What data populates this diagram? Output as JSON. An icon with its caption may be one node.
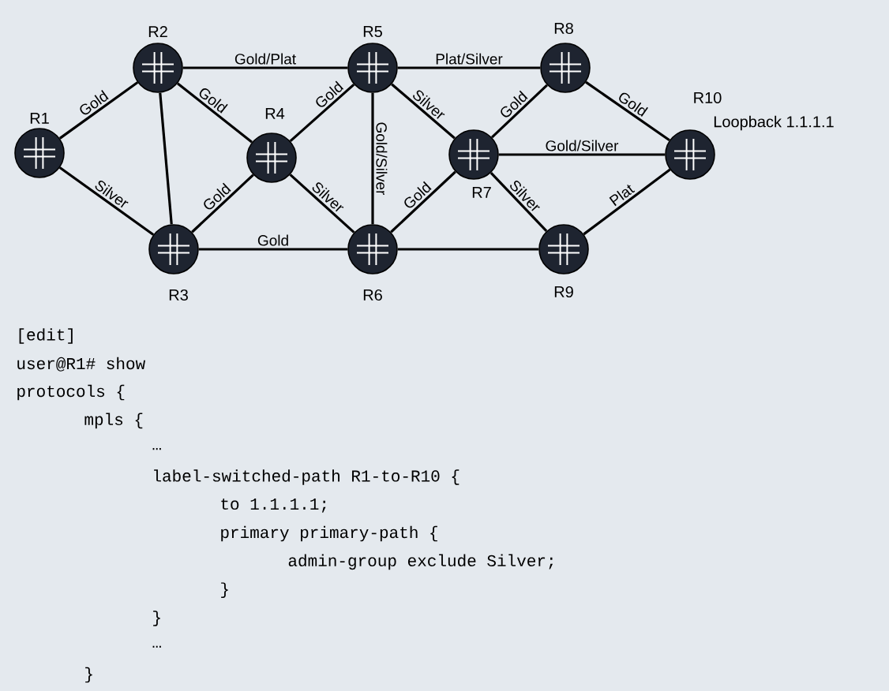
{
  "diagram": {
    "nodes": [
      {
        "text": [
          "R1"
        ]
      },
      {
        "text": [
          "R2"
        ]
      },
      {
        "text": [
          "R3"
        ]
      },
      {
        "text": [
          "R4"
        ]
      },
      {
        "text": [
          "R5"
        ]
      },
      {
        "text": [
          "R6"
        ]
      },
      {
        "text": [
          "R7"
        ]
      },
      {
        "text": [
          "R8"
        ]
      },
      {
        "text": [
          "R9"
        ]
      },
      {
        "text": [
          "R10"
        ],
        "beside": [
          "Loopback 1.1.1.1"
        ]
      }
    ],
    "edges": [
      {
        "from": 0,
        "to": 1,
        "arrow": "none",
        "label": "Gold"
      },
      {
        "from": 0,
        "to": 2,
        "arrow": "none",
        "label": "Silver"
      },
      {
        "from": 1,
        "to": 4,
        "arrow": "none",
        "label": "Gold/Plat"
      },
      {
        "from": 1,
        "to": 2,
        "arrow": "none"
      },
      {
        "from": 1,
        "to": 3,
        "arrow": "none",
        "label": "Gold"
      },
      {
        "from": 3,
        "to": 4,
        "arrow": "none",
        "label": "Gold"
      },
      {
        "from": 2,
        "to": 3,
        "arrow": "none",
        "label": "Gold"
      },
      {
        "from": 3,
        "to": 5,
        "arrow": "none",
        "label": "Silver"
      },
      {
        "from": 2,
        "to": 5,
        "arrow": "none",
        "label": "Gold"
      },
      {
        "from": 4,
        "to": 5,
        "arrow": "none",
        "label": "Gold/Silver"
      },
      {
        "from": 4,
        "to": 7,
        "arrow": "none",
        "label": "Plat/Silver"
      },
      {
        "from": 4,
        "to": 6,
        "arrow": "none",
        "label": "Silver"
      },
      {
        "from": 5,
        "to": 6,
        "arrow": "none",
        "label": "Gold"
      },
      {
        "from": 6,
        "to": 7,
        "arrow": "none",
        "label": "Gold"
      },
      {
        "from": 7,
        "to": 9,
        "arrow": "none",
        "label": "Gold"
      },
      {
        "from": 6,
        "to": 9,
        "arrow": "none",
        "label": "Gold/Silver"
      },
      {
        "from": 6,
        "to": 8,
        "arrow": "none",
        "label": "Silver"
      },
      {
        "from": 8,
        "to": 9,
        "arrow": "none",
        "label": "Plat"
      },
      {
        "from": 5,
        "to": 8,
        "arrow": "none"
      }
    ],
    "labels": [
      "[edit]",
      "user@R1# show",
      "protocols {",
      "mpls {",
      "…",
      "label-switched-path R1-to-R10 {",
      "to 1.1.1.1;",
      "primary primary-path {",
      "admin-group exclude Silver;",
      "}",
      "}",
      "…",
      "}"
    ]
  }
}
